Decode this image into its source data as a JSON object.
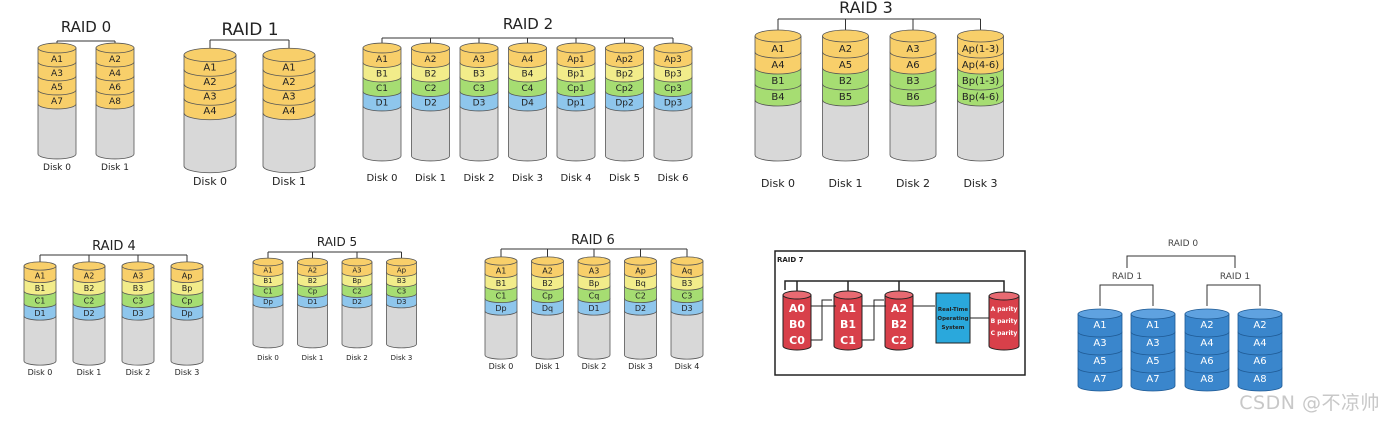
{
  "watermark": "CSDN @不凉帅",
  "colors": {
    "yellow": "#f8cf6a",
    "yellow_light": "#f2ec8a",
    "green": "#a6dd72",
    "blue": "#8ec6ec",
    "gray": "#d8d8d8",
    "red": "#d8404a",
    "cyan": "#2aa8dc",
    "steel_blue": "#3a86cc",
    "stroke": "#555555"
  },
  "raid0": {
    "title": "RAID 0",
    "disks": [
      "Disk 0",
      "Disk 1"
    ],
    "columns": [
      [
        "A1",
        "A3",
        "A5",
        "A7"
      ],
      [
        "A2",
        "A4",
        "A6",
        "A8"
      ]
    ]
  },
  "raid1": {
    "title": "RAID 1",
    "disks": [
      "Disk 0",
      "Disk 1"
    ],
    "columns": [
      [
        "A1",
        "A2",
        "A3",
        "A4"
      ],
      [
        "A1",
        "A2",
        "A3",
        "A4"
      ]
    ]
  },
  "raid2": {
    "title": "RAID 2",
    "disks": [
      "Disk 0",
      "Disk 1",
      "Disk 2",
      "Disk 3",
      "Disk 4",
      "Disk 5",
      "Disk 6"
    ],
    "columns": [
      [
        "A1",
        "B1",
        "C1",
        "D1"
      ],
      [
        "A2",
        "B2",
        "C2",
        "D2"
      ],
      [
        "A3",
        "B3",
        "C3",
        "D3"
      ],
      [
        "A4",
        "B4",
        "C4",
        "D4"
      ],
      [
        "Ap1",
        "Bp1",
        "Cp1",
        "Dp1"
      ],
      [
        "Ap2",
        "Bp2",
        "Cp2",
        "Dp2"
      ],
      [
        "Ap3",
        "Bp3",
        "Cp3",
        "Dp3"
      ]
    ]
  },
  "raid3": {
    "title": "RAID 3",
    "disks": [
      "Disk 0",
      "Disk 1",
      "Disk 2",
      "Disk 3"
    ],
    "columns": [
      [
        "A1",
        "A4",
        "B1",
        "B4"
      ],
      [
        "A2",
        "A5",
        "B2",
        "B5"
      ],
      [
        "A3",
        "A6",
        "B3",
        "B6"
      ],
      [
        "Ap(1-3)",
        "Ap(4-6)",
        "Bp(1-3)",
        "Bp(4-6)"
      ]
    ]
  },
  "raid4": {
    "title": "RAID 4",
    "disks": [
      "Disk 0",
      "Disk 1",
      "Disk 2",
      "Disk 3"
    ],
    "columns": [
      [
        "A1",
        "B1",
        "C1",
        "D1"
      ],
      [
        "A2",
        "B2",
        "C2",
        "D2"
      ],
      [
        "A3",
        "B3",
        "C3",
        "D3"
      ],
      [
        "Ap",
        "Bp",
        "Cp",
        "Dp"
      ]
    ]
  },
  "raid5": {
    "title": "RAID 5",
    "disks": [
      "Disk 0",
      "Disk 1",
      "Disk 2",
      "Disk 3"
    ],
    "columns": [
      [
        "A1",
        "B1",
        "C1",
        "Dp"
      ],
      [
        "A2",
        "B2",
        "Cp",
        "D1"
      ],
      [
        "A3",
        "Bp",
        "C2",
        "D2"
      ],
      [
        "Ap",
        "B3",
        "C3",
        "D3"
      ]
    ]
  },
  "raid6": {
    "title": "RAID 6",
    "disks": [
      "Disk 0",
      "Disk 1",
      "Disk 2",
      "Disk 3",
      "Disk 4"
    ],
    "columns": [
      [
        "A1",
        "B1",
        "C1",
        "Dp"
      ],
      [
        "A2",
        "B2",
        "Cp",
        "Dq"
      ],
      [
        "A3",
        "Bp",
        "Cq",
        "D1"
      ],
      [
        "Ap",
        "Bq",
        "C2",
        "D2"
      ],
      [
        "Aq",
        "B3",
        "C3",
        "D3"
      ]
    ]
  },
  "raid7": {
    "title": "RAID 7",
    "columns": [
      [
        "A0",
        "B0",
        "C0"
      ],
      [
        "A1",
        "B1",
        "C1"
      ],
      [
        "A2",
        "B2",
        "C2"
      ]
    ],
    "os_label": [
      "Real-Time",
      "Operating",
      "System"
    ],
    "parity": [
      "A parity",
      "B parity",
      "C parity"
    ]
  },
  "raid10": {
    "top": "RAID 0",
    "subs": [
      "RAID 1",
      "RAID 1"
    ],
    "columns": [
      [
        "A1",
        "A3",
        "A5",
        "A7"
      ],
      [
        "A1",
        "A3",
        "A5",
        "A7"
      ],
      [
        "A2",
        "A4",
        "A6",
        "A8"
      ],
      [
        "A2",
        "A4",
        "A6",
        "A8"
      ]
    ]
  }
}
